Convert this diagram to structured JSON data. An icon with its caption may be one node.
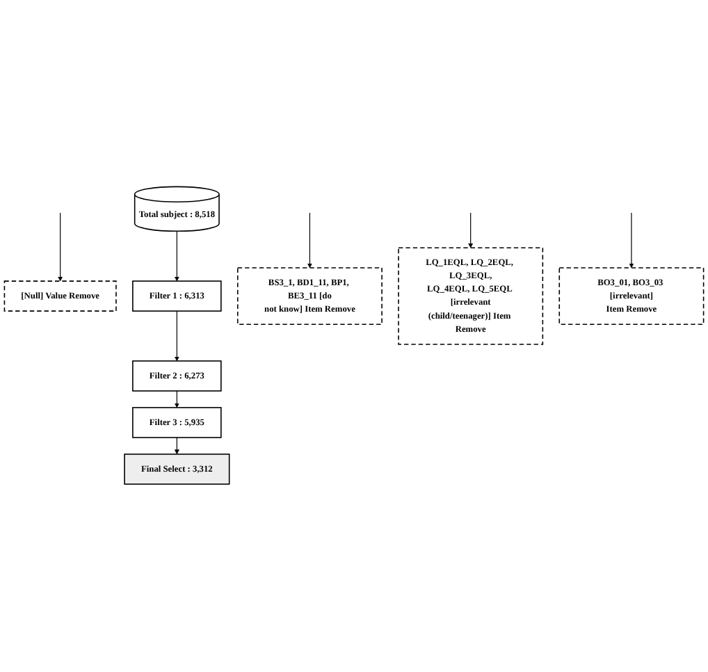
{
  "diagram": {
    "nodes": [
      {
        "text": [
          "Total subject : 8,518"
        ]
      },
      {
        "text": [
          "[Null] Value Remove"
        ]
      },
      {
        "text": [
          "Filter 1 : 6,313"
        ]
      },
      {
        "text": [
          "BS3_1, BD1_11, BP1, BE3_11 [do not know] Item Remove"
        ]
      },
      {
        "text": [
          "Filter 2 : 6,273"
        ]
      },
      {
        "text": [
          "LQ_1EQL, LQ_2EQL, LQ_3EQL, LQ_4EQL, LQ_5EQL [irrelevant (child/teenager)] Item Remove"
        ]
      },
      {
        "text": [
          "Filter 3 : 5,935"
        ]
      },
      {
        "text": [
          "BO3_01, BO3_03 [irrelevant] Item Remove"
        ]
      },
      {
        "text": [
          "Final Select : 3,312"
        ]
      }
    ],
    "edges": [
      {
        "from": 0,
        "to": 2,
        "arrow": "to"
      },
      {
        "from": null,
        "to": 1,
        "arrow": "to"
      },
      {
        "from": 2,
        "to": 4,
        "arrow": "to"
      },
      {
        "from": null,
        "to": 3,
        "arrow": "to"
      },
      {
        "from": 4,
        "to": 6,
        "arrow": "to"
      },
      {
        "from": null,
        "to": 5,
        "arrow": "to"
      },
      {
        "from": 6,
        "to": 8,
        "arrow": "to"
      },
      {
        "from": null,
        "to": 7,
        "arrow": "to"
      }
    ]
  }
}
